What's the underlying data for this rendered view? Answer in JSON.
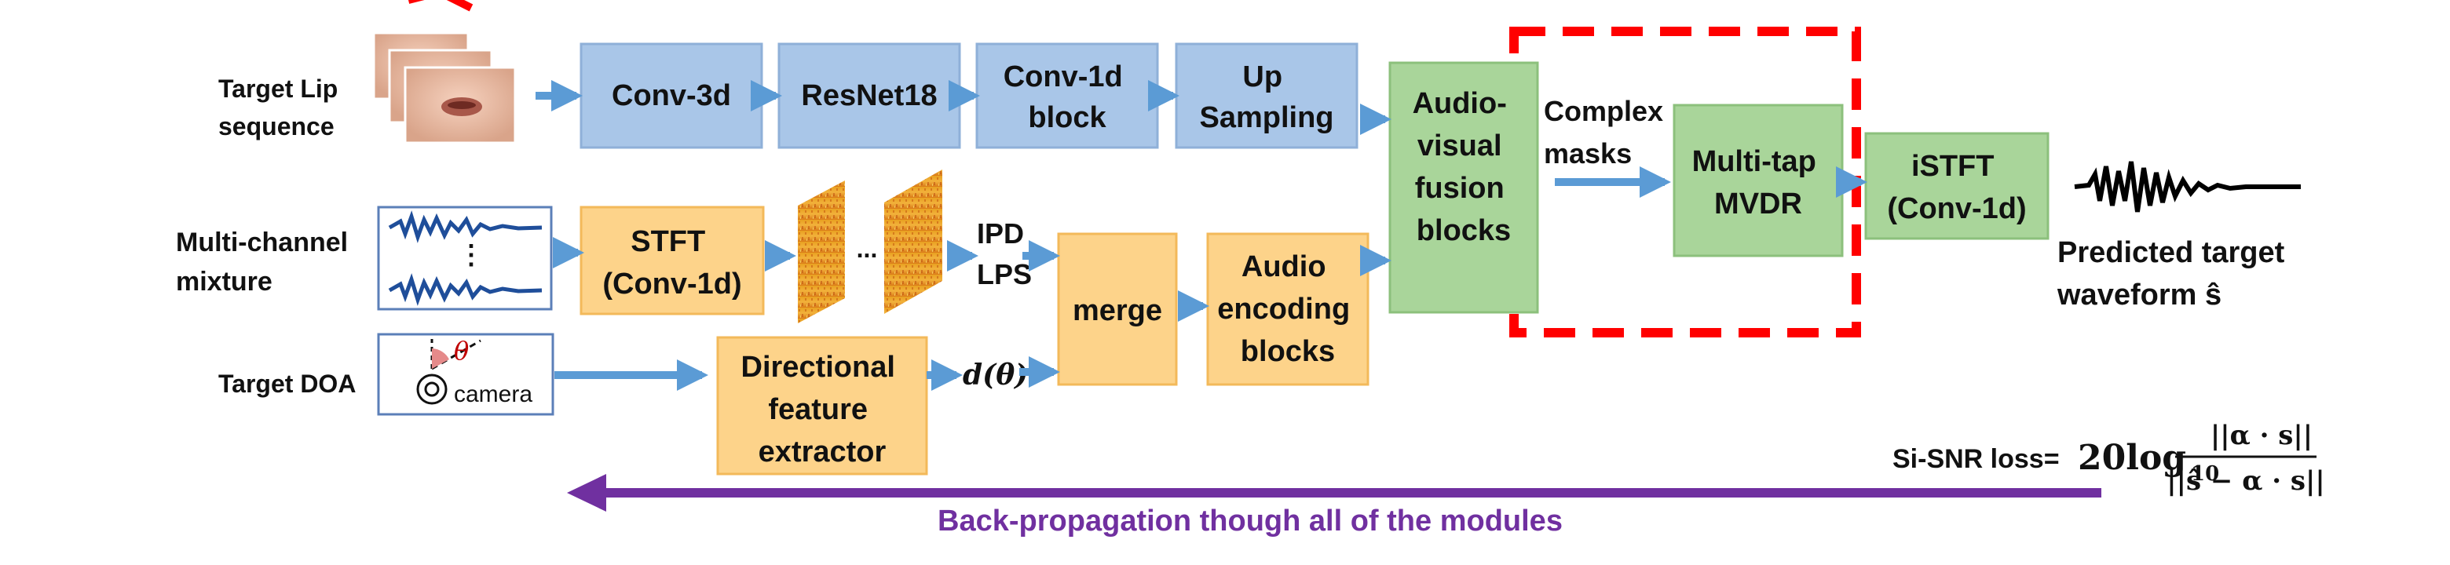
{
  "inputs": {
    "lip": [
      "Target Lip",
      "sequence"
    ],
    "mixture": [
      "Multi-channel",
      "mixture"
    ],
    "doa": "Target DOA"
  },
  "doa_icon": {
    "theta": "θ",
    "camera": "camera"
  },
  "mixture_icon": {
    "dots": "⋮"
  },
  "spectrogram_ellipsis": "...",
  "visual_branch": {
    "conv3d": [
      "Conv-3d"
    ],
    "resnet": [
      "ResNet18"
    ],
    "conv1d_block": [
      "Conv-1d",
      "block"
    ],
    "upsampling": [
      "Up",
      "Sampling"
    ]
  },
  "audio_branch": {
    "stft": [
      "STFT",
      "(Conv-1d)"
    ],
    "ipd": "IPD",
    "lps": "LPS",
    "directional": [
      "Directional",
      "feature",
      "extractor"
    ],
    "d_theta": "d(θ)",
    "merge": [
      "merge"
    ],
    "audio_encoding": [
      "Audio",
      "encoding",
      "blocks"
    ]
  },
  "fusion": {
    "av_fusion": [
      "Audio-",
      "visual",
      "fusion",
      "blocks"
    ],
    "complex_masks": [
      "Complex",
      "masks"
    ],
    "mvdr": [
      "Multi-tap",
      "MVDR"
    ],
    "istft": [
      "iSTFT",
      "(Conv-1d)"
    ]
  },
  "output": {
    "predicted": [
      "Predicted target",
      "waveform ŝ"
    ]
  },
  "loss": {
    "prefix": "Si-SNR loss=",
    "coef": "20log",
    "sub": "10",
    "numerator": "||α · s||",
    "denominator": "||ŝ − α · s||"
  },
  "backprop": "Back-propagation though all of the modules",
  "colors": {
    "blue_fill": "#a9c6e8",
    "blue_stroke": "#8fb0d8",
    "orange_fill": "#fdd38a",
    "orange_stroke": "#f3b95a",
    "green_fill": "#a9d59a",
    "green_stroke": "#8cc07c",
    "arrow": "#5b9bd5",
    "dash": "#ff0000",
    "purple": "#7030a0"
  }
}
